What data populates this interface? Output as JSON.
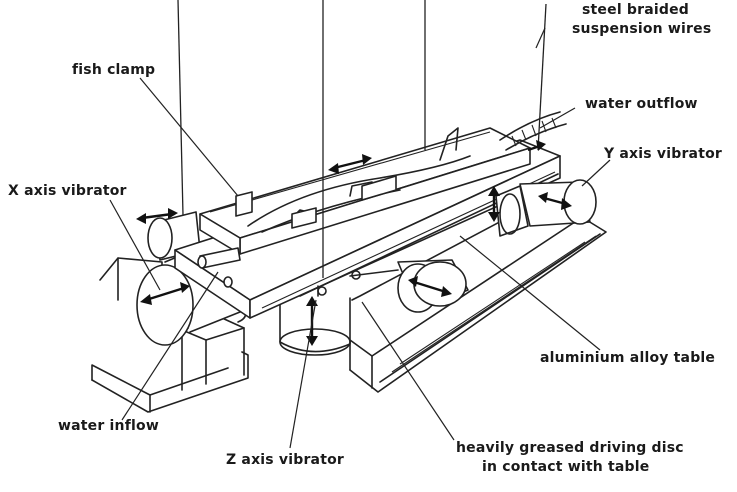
{
  "labels": {
    "steel_wires_line1": "steel braided",
    "steel_wires_line2": "suspension wires",
    "fish_clamp": "fish clamp",
    "water_outflow": "water outflow",
    "y_axis_vibrator": "Y axis vibrator",
    "x_axis_vibrator": "X axis vibrator",
    "aluminium_table": "aluminium alloy table",
    "water_inflow": "water inflow",
    "z_axis_vibrator": "Z axis vibrator",
    "greased_disc_line1": "heavily greased driving disc",
    "greased_disc_line2": "in contact with table"
  }
}
